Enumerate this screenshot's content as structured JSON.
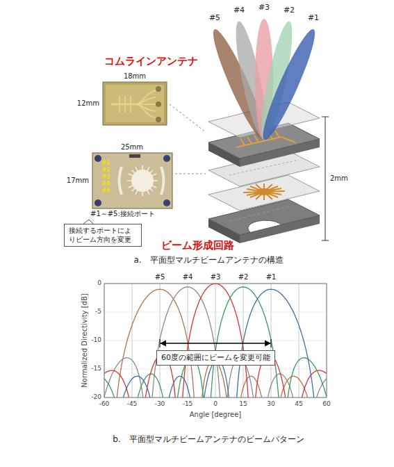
{
  "diagram": {
    "nodes": [
      {
        "text": [
          "接続するポートによりビーム方向を変更"
        ]
      },
      {
        "text": [
          "60度の範囲にビームを変更可能"
        ]
      }
    ],
    "labels": [
      "#5",
      "#4",
      "#3",
      "#2",
      "#1",
      "コムラインアンテナ",
      "18mm",
      "12mm",
      "25mm",
      "17mm",
      "#1",
      "#2",
      "#3",
      "#4",
      "#5",
      "#1～#5:接続ポート",
      "ビーム形成回路",
      "2mm",
      "a.　平面型マルチビームアンテナの構造",
      "#5",
      "#4",
      "#3",
      "#2",
      "#1",
      "0",
      "-5",
      "-10",
      "-15",
      "-20",
      "-60",
      "-45",
      "-30",
      "-15",
      "0",
      "15",
      "30",
      "45",
      "60",
      "Normalized Directivity [dB]",
      "Angle [degree]",
      "b.　平面型マルチビームアンテナのビームパターン"
    ]
  }
}
